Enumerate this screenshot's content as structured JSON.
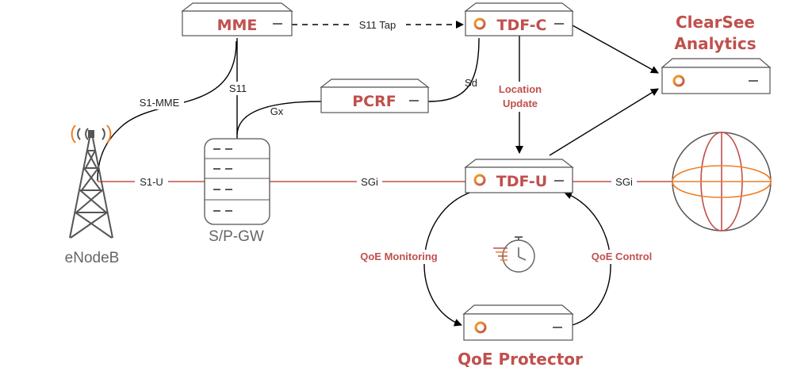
{
  "nodes": {
    "mme": "MME",
    "tdf_c": "TDF-C",
    "pcrf": "PCRF",
    "tdf_u": "TDF-U",
    "sp_gw": "S/P-GW",
    "enodeb": "eNodeB",
    "clearsee_line1": "ClearSee",
    "clearsee_line2": "Analytics",
    "qoe_protector": "QoE Protector"
  },
  "links": {
    "s11_tap": "S11 Tap",
    "s1_mme": "S1-MME",
    "s11": "S11",
    "gx": "Gx",
    "sd": "Sd",
    "location_update_line1": "Location",
    "location_update_line2": "Update",
    "s1_u": "S1-U",
    "sgi_left": "SGi",
    "sgi_right": "SGi",
    "qoe_monitoring": "QoE Monitoring",
    "qoe_control": "QoE Control"
  },
  "colors": {
    "accent": "#c0504d",
    "orange": "#f07d24",
    "line": "#000000",
    "box_stroke": "#555555",
    "box_fill": "#ffffff",
    "grey_text": "#666666"
  },
  "icons": {
    "logo": "ring-logo-icon",
    "globe": "globe-icon",
    "timer": "stopwatch-icon",
    "tower": "cell-tower-icon",
    "server": "server-rack-icon"
  }
}
